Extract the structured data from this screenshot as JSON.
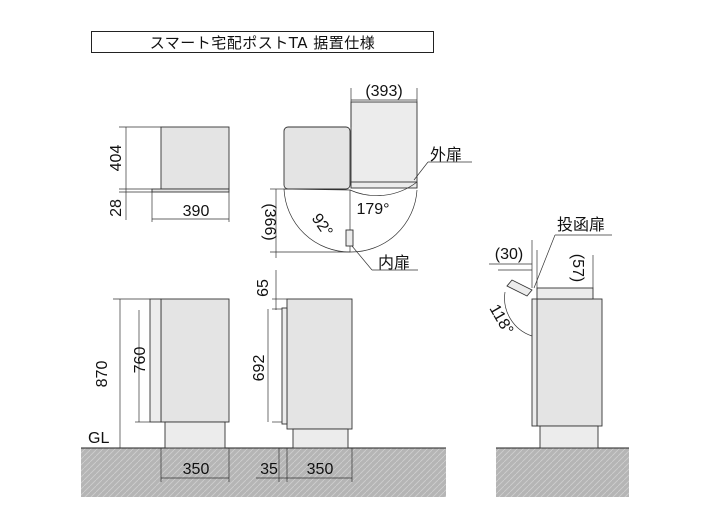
{
  "title": "スマート宅配ポストTA 据置仕様",
  "labels": {
    "outer_door": "外扉",
    "inner_door": "内扉",
    "drop_door": "投函扉",
    "ground_level": "GL"
  },
  "dimensions": {
    "top_height": "404",
    "top_base": "28",
    "top_width": "390",
    "plan_depth": "(366)",
    "plan_open_width": "(393)",
    "outer_door_angle": "179°",
    "inner_door_angle": "92°",
    "front_total_height": "870",
    "front_body_height": "760",
    "front_width": "350",
    "side_top": "65",
    "side_height": "692",
    "side_offset": "35",
    "side_width": "350",
    "right_offset": "(30)",
    "right_lid": "(57)",
    "drop_door_angle": "118°"
  },
  "colors": {
    "line": "#222222",
    "ground": "#b5b5b5",
    "body": "#e4e4e4"
  }
}
